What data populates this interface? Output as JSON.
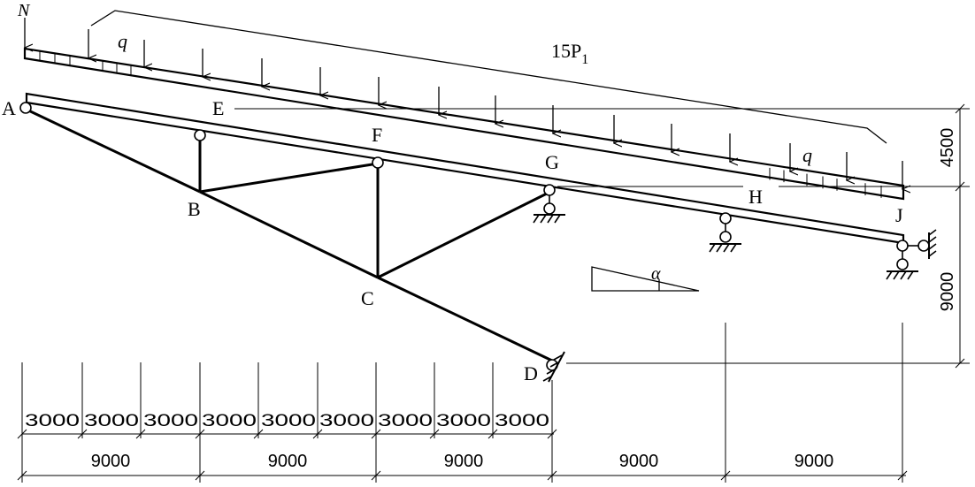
{
  "labels": {
    "load_N": "N",
    "load_q_left": "q",
    "load_q_right": "q",
    "resultant_main": "15P",
    "resultant_sub": "1",
    "angle": "α",
    "joints": {
      "A": "A",
      "B": "B",
      "C": "C",
      "D": "D",
      "E": "E",
      "F": "F",
      "G": "G",
      "H": "H",
      "J": "J"
    }
  },
  "dimensions": {
    "small_spans": [
      "3000",
      "3000",
      "3000",
      "3000",
      "3000",
      "3000",
      "3000",
      "3000",
      "3000"
    ],
    "large_spans": [
      "9000",
      "9000",
      "9000",
      "9000",
      "9000"
    ],
    "rise_upper": "4500",
    "rise_lower": "9000"
  }
}
